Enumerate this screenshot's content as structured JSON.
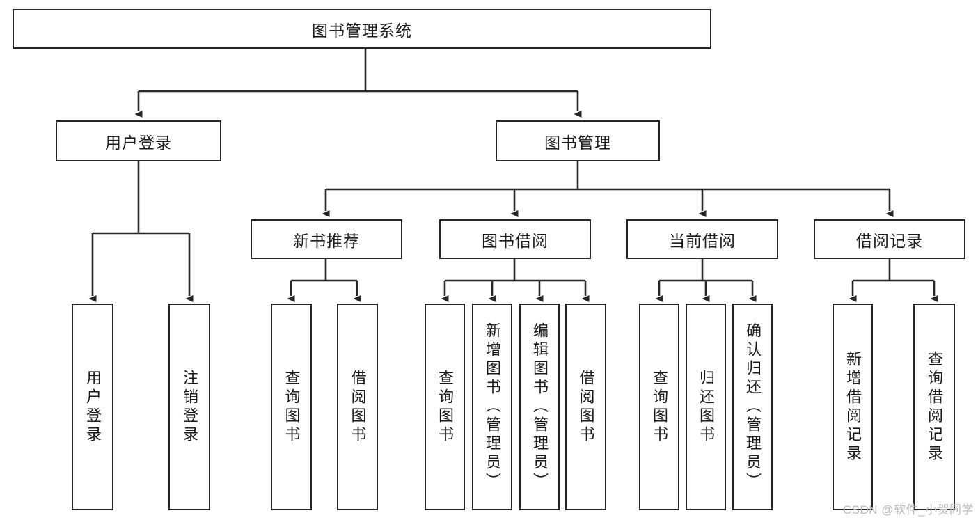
{
  "diagram": {
    "title": "图书管理系统",
    "type": "tree-hierarchy-chart",
    "root": {
      "label": "图书管理系统"
    },
    "level2": [
      {
        "label": "用户登录"
      },
      {
        "label": "图书管理"
      }
    ],
    "level3": [
      {
        "label": "新书推荐"
      },
      {
        "label": "图书借阅"
      },
      {
        "label": "当前借阅"
      },
      {
        "label": "借阅记录"
      }
    ],
    "leaves": [
      {
        "label": "用户登录"
      },
      {
        "label": "注销登录"
      },
      {
        "label": "查询图书"
      },
      {
        "label": "借阅图书"
      },
      {
        "label": "查询图书"
      },
      {
        "label": "新增图书（管理员）"
      },
      {
        "label": "编辑图书（管理员）"
      },
      {
        "label": "借阅图书"
      },
      {
        "label": "查询图书"
      },
      {
        "label": "归还图书"
      },
      {
        "label": "确认归还（管理员）"
      },
      {
        "label": "新增借阅记录"
      },
      {
        "label": "查询借阅记录"
      }
    ],
    "watermark": "CSDN @软件_小贺同学",
    "colors": {
      "stroke": "#262626",
      "background": "#ffffff",
      "text": "#1a1a1a",
      "watermark": "#b9b9b9"
    }
  }
}
